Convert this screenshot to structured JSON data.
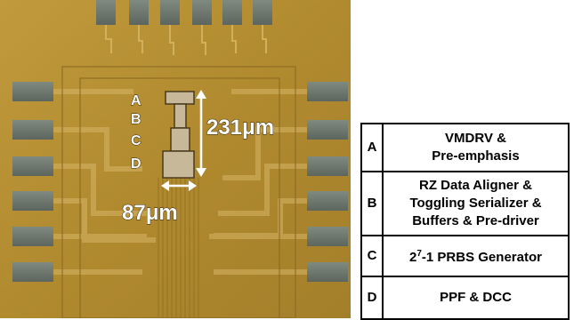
{
  "photo": {
    "block_labels": [
      "A",
      "B",
      "C",
      "D"
    ],
    "height_dimension": "231μm",
    "width_dimension": "87μm"
  },
  "legend": {
    "rows": [
      {
        "key": "A",
        "lines": [
          "VMDRV &",
          "Pre-emphasis"
        ]
      },
      {
        "key": "B",
        "lines": [
          "RZ Data Aligner &",
          "Toggling Serializer &",
          "Buffers & Pre-driver"
        ]
      },
      {
        "key": "C",
        "lines": [
          "2",
          "7",
          "-1 PRBS Generator"
        ]
      },
      {
        "key": "D",
        "lines": [
          "PPF & DCC"
        ]
      }
    ]
  },
  "colors": {
    "die_background": "#b8902f",
    "bond_pad": "#6f7a70",
    "block_fill": "#c8b89a"
  }
}
